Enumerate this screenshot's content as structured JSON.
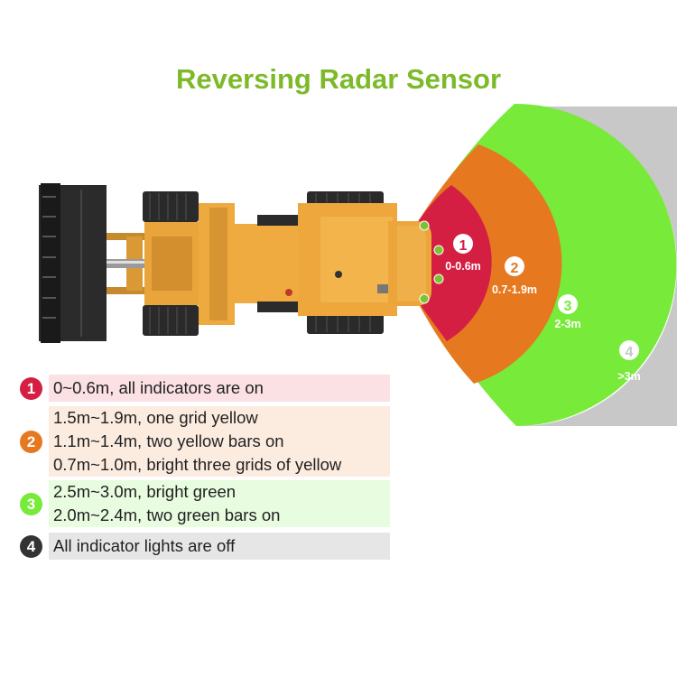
{
  "title": "Reversing Radar Sensor",
  "colors": {
    "title": "#7cba2a",
    "zone1": "#d41f43",
    "zone2": "#e6781f",
    "zone3": "#77ea3a",
    "zone4": "#c8c8c8",
    "vehicle_body": "#eea93f",
    "sensor": "#7cc234"
  },
  "zones": [
    {
      "number": "1",
      "range": "0-0.6m"
    },
    {
      "number": "2",
      "range": "0.7-1.9m"
    },
    {
      "number": "3",
      "range": "2-3m"
    },
    {
      "number": "4",
      "range": ">3m"
    }
  ],
  "legend": [
    {
      "number": "1",
      "lines": [
        "0~0.6m, all indicators are on"
      ],
      "bg": "#fbe0e4",
      "badge": "#d41f43"
    },
    {
      "number": "2",
      "lines": [
        "1.5m~1.9m, one grid yellow",
        "1.1m~1.4m, two yellow bars on",
        "0.7m~1.0m, bright three grids of yellow"
      ],
      "bg": "#fcece0",
      "badge": "#e6781f"
    },
    {
      "number": "3",
      "lines": [
        "2.5m~3.0m, bright green",
        "2.0m~2.4m, two green bars on"
      ],
      "bg": "#e8fce0",
      "badge": "#77ea3a"
    },
    {
      "number": "4",
      "lines": [
        "All indicator lights are off"
      ],
      "bg": "#e6e6e6",
      "badge": "#333333"
    }
  ]
}
